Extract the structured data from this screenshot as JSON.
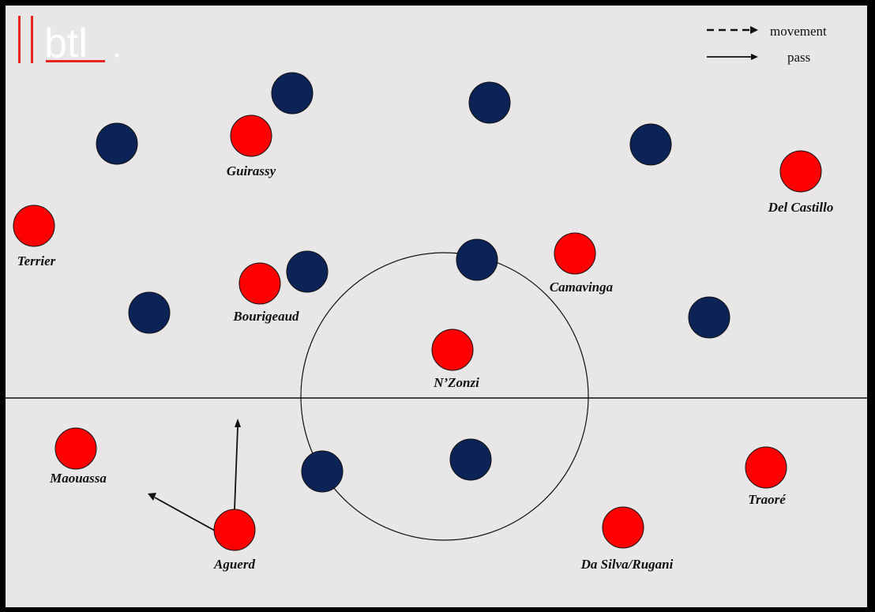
{
  "logo": {
    "text": "btl",
    "accent_color": "#e8261f",
    "text_color": "#ffffff"
  },
  "legend": {
    "movement_label": "movement",
    "pass_label": "pass"
  },
  "colors": {
    "background": "#e8e6e7",
    "frame": "#000000",
    "red_team": "#ff0000",
    "blue_team": "#0c2358",
    "line": "#111111"
  },
  "red_players": [
    {
      "name": "Guirassy"
    },
    {
      "name": "Del Castillo"
    },
    {
      "name": "Terrier"
    },
    {
      "name": "Camavinga"
    },
    {
      "name": "Bourigeaud"
    },
    {
      "name": "N’Zonzi"
    },
    {
      "name": "Maouassa"
    },
    {
      "name": "Traoré"
    },
    {
      "name": "Aguerd"
    },
    {
      "name": "Da Silva/Rugani"
    }
  ],
  "blue_players_count": 10
}
